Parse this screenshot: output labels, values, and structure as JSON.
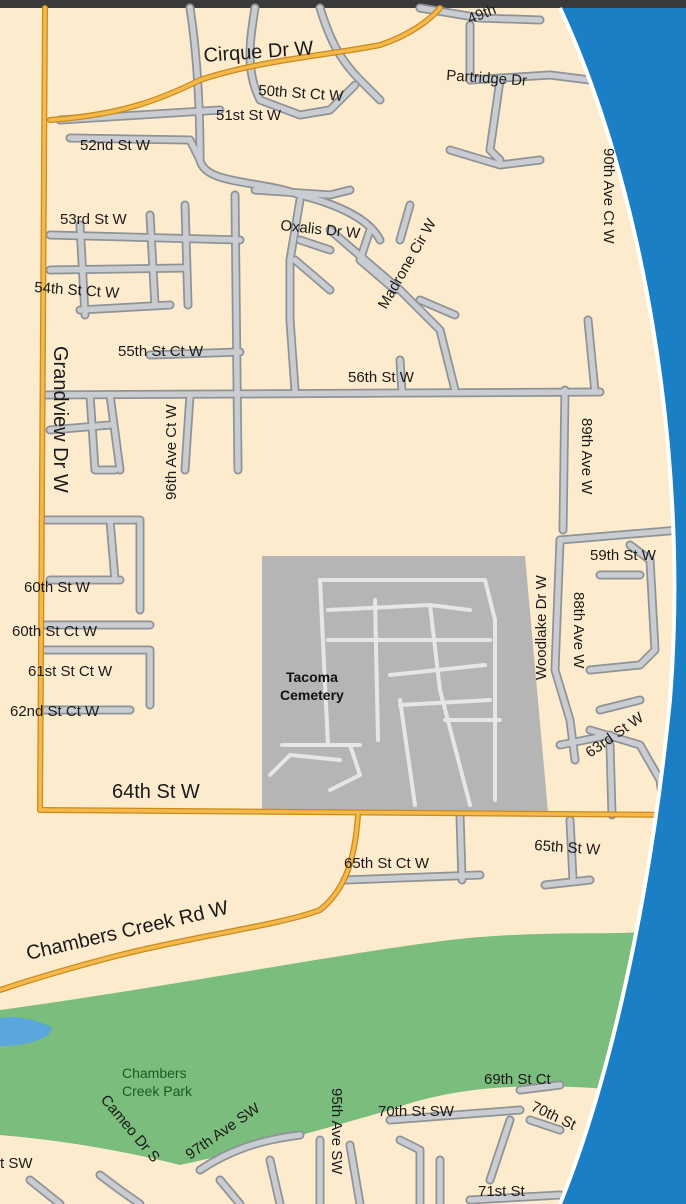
{
  "map": {
    "colors": {
      "land": "#fdebcd",
      "road": "#c9ccd0",
      "road_outline": "#8f9397",
      "arterial": "#f5b84a",
      "arterial_outline": "#c98a1e",
      "park": "#7abd7c",
      "cemetery": "#b5b5b5",
      "cemetery_roads": "#e6e6e6",
      "water": "#1a7fc4",
      "lake": "#5aa6dd",
      "top_bar": "#3a3a3a"
    },
    "labels": {
      "st_49th": "49th",
      "cirque_dr": "Cirque Dr W",
      "st_50th_ct": "50th St Ct W",
      "partridge_dr": "Partridge Dr",
      "st_51st": "51st St W",
      "st_52nd": "52nd St W",
      "ave_90th_ct": "90th Ave Ct W",
      "st_53rd": "53rd St W",
      "oxalis_dr": "Oxalis Dr W",
      "madrone_cir": "Madrone Cir W",
      "st_54th_ct": "54th St Ct W",
      "st_55th_ct": "55th St Ct W",
      "st_56th": "56th St W",
      "grandview_dr": "Grandview Dr W",
      "ave_96th_ct": "96th Ave Ct W",
      "ave_89th": "89th Ave W",
      "woodlake_dr": "Woodlake Dr W",
      "st_59th": "59th St W",
      "st_60th": "60th St W",
      "st_60th_ct": "60th St Ct W",
      "ave_88th": "88th Ave W",
      "st_61st_ct": "61st St Ct W",
      "cemetery_name_1": "Tacoma",
      "cemetery_name_2": "Cemetery",
      "st_62nd_ct": "62nd St Ct W",
      "st_63rd": "63rd St W",
      "st_64th": "64th St W",
      "st_65th": "65th St W",
      "st_65th_ct": "65th St Ct W",
      "chambers_creek_rd": "Chambers Creek Rd W",
      "park_name_1": "Chambers",
      "park_name_2": "Creek Park",
      "st_69th_ct": "69th St Ct",
      "st_70th_sw": "70th St SW",
      "st_70th_2": "70th St",
      "ave_97th_sw": "97th Ave SW",
      "ave_95th_sw": "95th Ave SW",
      "cameo_dr": "Cameo Dr S",
      "st_sw_fragment": "t SW",
      "st_71st": "71st St"
    }
  }
}
